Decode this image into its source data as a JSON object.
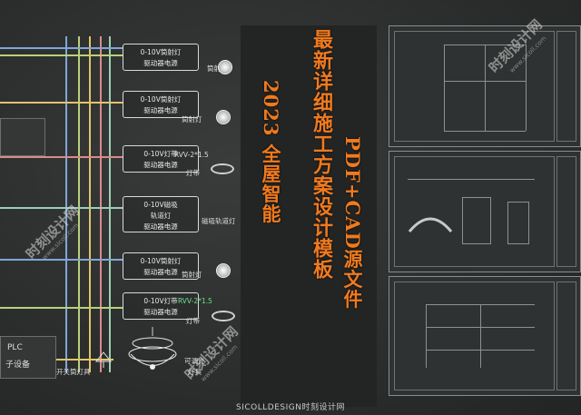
{
  "driver_boxes": [
    {
      "line1": "0-10V筒射灯",
      "line2": "驱动器电源",
      "fixture": "筒射灯",
      "fixture_type": "bulb"
    },
    {
      "line1": "0-10V筒射灯",
      "line2": "驱动器电源",
      "fixture": "筒射灯",
      "fixture_type": "bulb"
    },
    {
      "line1": "0-10V灯带",
      "line2": "驱动器电源",
      "fixture": "灯带",
      "cable": "RVV-2*1.5",
      "fixture_type": "strip"
    },
    {
      "line1": "0-10V磁吸",
      "line2": "轨道灯",
      "line3": "驱动器电源",
      "fixture": "磁吸轨道灯",
      "fixture_type": "track"
    },
    {
      "line1": "0-10V筒射灯",
      "line2": "驱动器电源",
      "fixture": "筒射灯",
      "fixture_type": "bulb"
    },
    {
      "line1": "0-10V灯带",
      "line2": "驱动器电源",
      "fixture": "灯带",
      "cable": "RVV-2*1.5",
      "fixture_type": "strip"
    }
  ],
  "left_panel": {
    "plc_label": "PLC",
    "device_label": "子设备"
  },
  "bottom_labels": {
    "switch_lamp": "开关筒灯具",
    "dimmable_line1": "可调光",
    "dimmable_line2": "灯具"
  },
  "title": {
    "col1": "最新详细施工方案设计模板",
    "col2": "2023 全屋智能",
    "col3": "PDF+CAD源文件"
  },
  "watermarks": {
    "brand": "时刻设计网",
    "url": "www.sicoll.com"
  },
  "footer": "SICOLLDESIGN时刻设计网",
  "colors": {
    "title_orange": "#f07a1e",
    "background": "#2b2d2d",
    "cable_green": "#6fe08a"
  }
}
